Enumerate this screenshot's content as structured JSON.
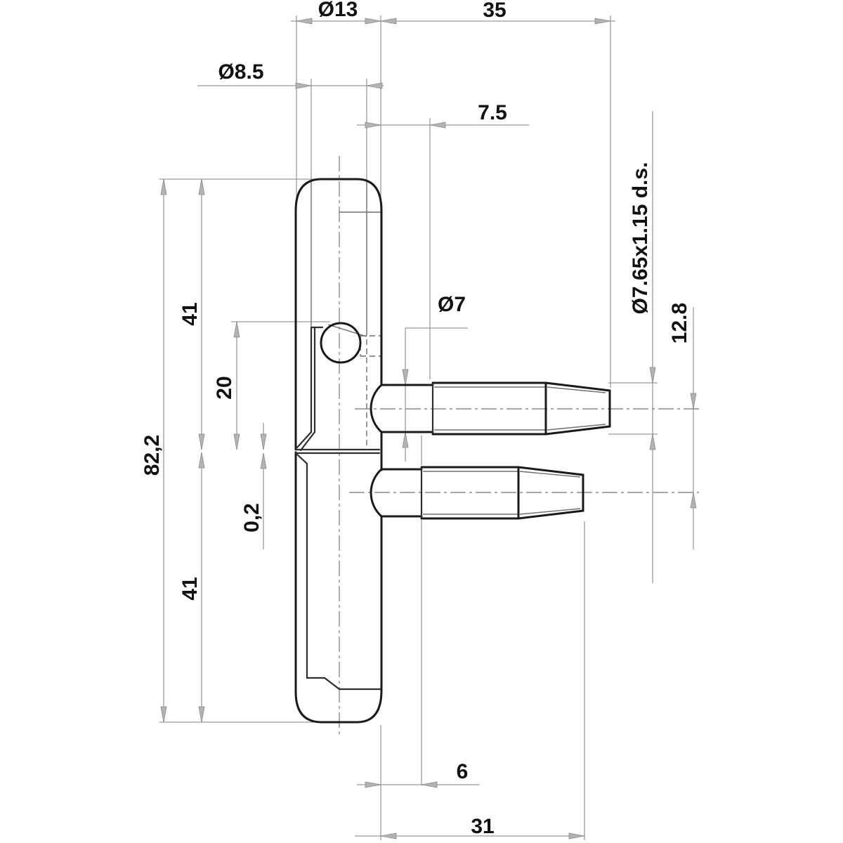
{
  "labels": {
    "dia13": "Ø13",
    "len35": "35",
    "dia85": "Ø8.5",
    "len75": "7.5",
    "dia7": "Ø7",
    "thread_spec": "Ø7.65x1.15 d.s.",
    "dim128": "12.8",
    "dim822": "82,2",
    "dim41_top": "41",
    "dim20": "20",
    "dim02": "0,2",
    "dim41_bottom": "41",
    "len6": "6",
    "len31": "31"
  },
  "colors": {
    "bg": "#ffffff",
    "outline": "#1a1a1a",
    "inner": "#2e2e2e",
    "thin": "#6f6f6f",
    "dimension": "#9b9b9b",
    "arrow": "#b3b3b3",
    "text": "#111111"
  }
}
